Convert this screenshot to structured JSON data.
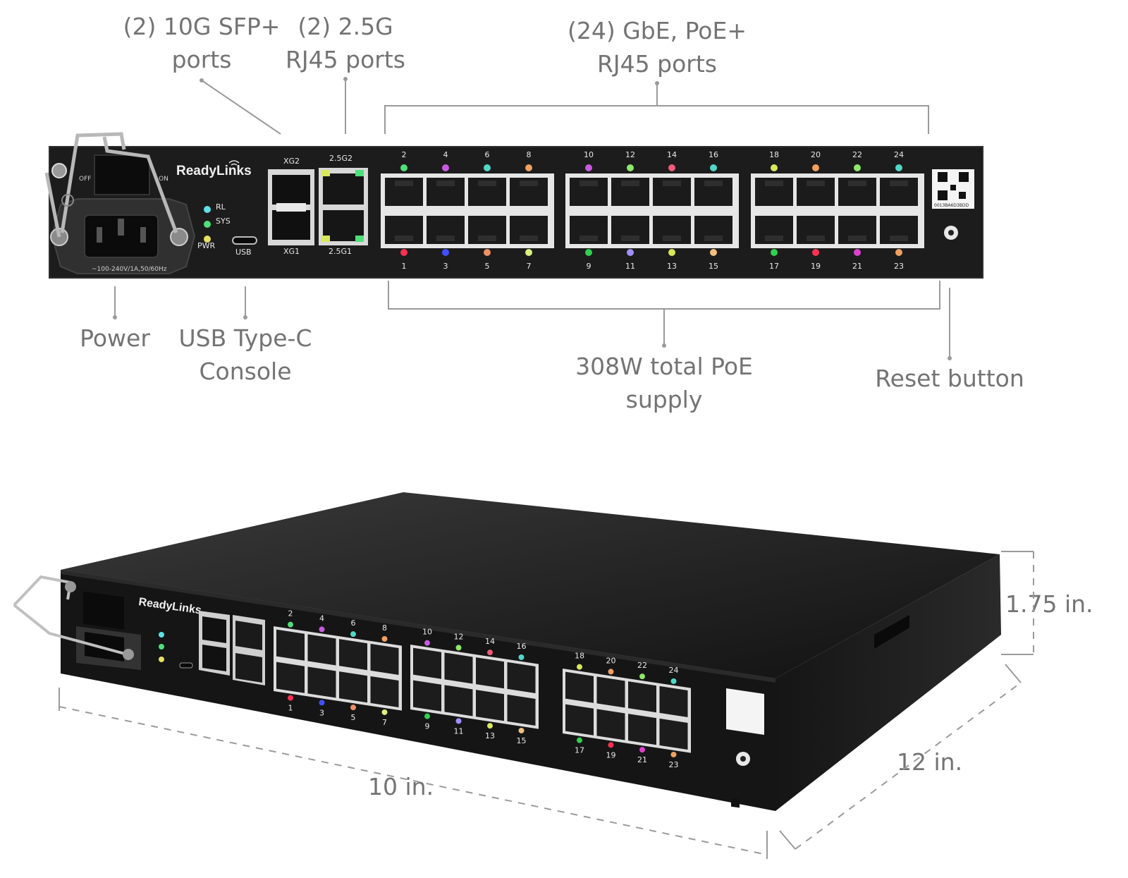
{
  "brand": {
    "name": "ReadyLinks"
  },
  "callouts": {
    "sfp": {
      "line1": "(2) 10G SFP+",
      "line2": "ports"
    },
    "rj45_25g": {
      "line1": "(2) 2.5G",
      "line2": "RJ45 ports"
    },
    "gbe": {
      "line1": "(24) GbE, PoE+",
      "line2": "RJ45 ports"
    },
    "power": {
      "line1": "Power"
    },
    "usb": {
      "line1": "USB Type-C",
      "line2": "Console"
    },
    "poe": {
      "line1": "308W total PoE",
      "line2": "supply"
    },
    "reset": {
      "line1": "Reset button"
    }
  },
  "panel_labels": {
    "xg2": "XG2",
    "xg1": "XG1",
    "g25_2": "2.5G2",
    "g25_1": "2.5G1",
    "usb": "USB",
    "rl": "RL",
    "sys": "SYS",
    "pwr": "PWR",
    "off": "OFF",
    "on": "ON",
    "rating": "~100-240V/1A,50/60Hz",
    "serial": "0013BA6D3BDD"
  },
  "ports": {
    "top": [
      "2",
      "4",
      "6",
      "8",
      "10",
      "12",
      "14",
      "16",
      "18",
      "20",
      "22",
      "24"
    ],
    "bottom": [
      "1",
      "3",
      "5",
      "7",
      "9",
      "11",
      "13",
      "15",
      "17",
      "19",
      "21",
      "23"
    ],
    "top_led_colors": [
      "#4ee07a",
      "#c75be0",
      "#4fd8c8",
      "#f0a060",
      "#c75be0",
      "#8ee86a",
      "#f05a7a",
      "#4fd8c8",
      "#d8e85a",
      "#f0a060",
      "#8ee86a",
      "#4fd8c8"
    ],
    "bottom_led_colors": [
      "#ff3050",
      "#4050ff",
      "#f09060",
      "#d8f080",
      "#30d050",
      "#a090ff",
      "#d8e85a",
      "#f0c080",
      "#30d050",
      "#ff3050",
      "#e040d0",
      "#f0a060"
    ]
  },
  "status_led_colors": {
    "rl": "#5fe0e8",
    "sys": "#4ee07a",
    "pwr": "#e8e060"
  },
  "dimensions": {
    "width": "10 in.",
    "depth": "12 in.",
    "height": "1.75 in."
  }
}
